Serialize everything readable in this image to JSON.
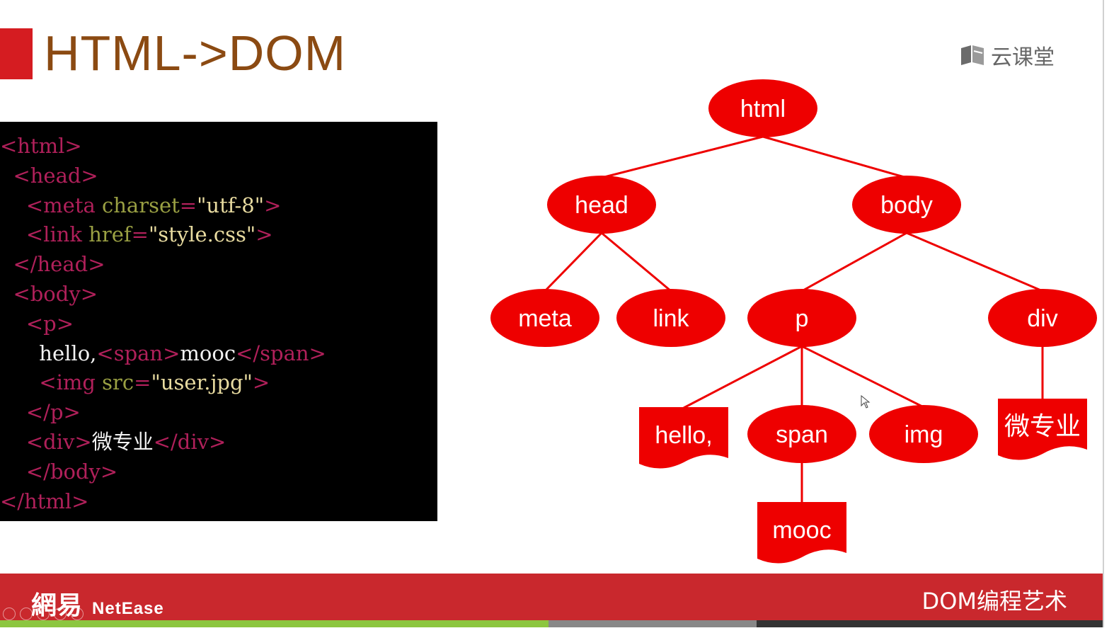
{
  "slide": {
    "title": "HTML->DOM",
    "logo_text": "云课堂",
    "logo_icon": "book-icon"
  },
  "code_lines": [
    [
      {
        "t": "tag",
        "v": "<html>"
      }
    ],
    [
      {
        "t": "txt",
        "v": "  "
      },
      {
        "t": "tag",
        "v": "<head>"
      }
    ],
    [
      {
        "t": "txt",
        "v": "    "
      },
      {
        "t": "tag",
        "v": "<meta"
      },
      {
        "t": "txt",
        "v": " "
      },
      {
        "t": "attr",
        "v": "charset"
      },
      {
        "t": "tag",
        "v": "="
      },
      {
        "t": "val",
        "v": "\"utf-8\""
      },
      {
        "t": "tag",
        "v": ">"
      }
    ],
    [
      {
        "t": "txt",
        "v": "    "
      },
      {
        "t": "tag",
        "v": "<link"
      },
      {
        "t": "txt",
        "v": " "
      },
      {
        "t": "attr",
        "v": "href"
      },
      {
        "t": "tag",
        "v": "="
      },
      {
        "t": "val",
        "v": "\"style.css\""
      },
      {
        "t": "tag",
        "v": ">"
      }
    ],
    [
      {
        "t": "txt",
        "v": "  "
      },
      {
        "t": "tag",
        "v": "</head>"
      }
    ],
    [
      {
        "t": "txt",
        "v": "  "
      },
      {
        "t": "tag",
        "v": "<body>"
      }
    ],
    [
      {
        "t": "txt",
        "v": "    "
      },
      {
        "t": "tag",
        "v": "<p>"
      }
    ],
    [
      {
        "t": "txt",
        "v": "      hello,"
      },
      {
        "t": "tag",
        "v": "<span>"
      },
      {
        "t": "txt",
        "v": "mooc"
      },
      {
        "t": "tag",
        "v": "</span>"
      }
    ],
    [
      {
        "t": "txt",
        "v": "      "
      },
      {
        "t": "tag",
        "v": "<img"
      },
      {
        "t": "txt",
        "v": " "
      },
      {
        "t": "attr",
        "v": "src"
      },
      {
        "t": "tag",
        "v": "="
      },
      {
        "t": "val",
        "v": "\"user.jpg\""
      },
      {
        "t": "tag",
        "v": ">"
      }
    ],
    [
      {
        "t": "txt",
        "v": "    "
      },
      {
        "t": "tag",
        "v": "</p>"
      }
    ],
    [
      {
        "t": "txt",
        "v": "    "
      },
      {
        "t": "tag",
        "v": "<div>"
      },
      {
        "t": "txt",
        "v": "微专业"
      },
      {
        "t": "tag",
        "v": "</div>"
      }
    ],
    [
      {
        "t": "txt",
        "v": "    "
      },
      {
        "t": "tag",
        "v": "</body>"
      }
    ],
    [
      {
        "t": "tag",
        "v": "</html>"
      }
    ]
  ],
  "code_colors": {
    "tag": "#b0205a",
    "attr": "#9aa043",
    "val": "#e8dba0",
    "txt": "#f2f2f2"
  },
  "tree": {
    "accent": "#ee0000",
    "nodes": [
      {
        "id": "html",
        "label": "html",
        "shape": "ellipse"
      },
      {
        "id": "head",
        "label": "head",
        "shape": "ellipse"
      },
      {
        "id": "body",
        "label": "body",
        "shape": "ellipse"
      },
      {
        "id": "meta",
        "label": "meta",
        "shape": "ellipse"
      },
      {
        "id": "link",
        "label": "link",
        "shape": "ellipse"
      },
      {
        "id": "p",
        "label": "p",
        "shape": "ellipse"
      },
      {
        "id": "div",
        "label": "div",
        "shape": "ellipse"
      },
      {
        "id": "hello",
        "label": "hello,",
        "shape": "document"
      },
      {
        "id": "span",
        "label": "span",
        "shape": "ellipse"
      },
      {
        "id": "img",
        "label": "img",
        "shape": "ellipse"
      },
      {
        "id": "divtext",
        "label": "微专业",
        "shape": "document"
      },
      {
        "id": "mooc",
        "label": "mooc",
        "shape": "document"
      }
    ],
    "edges": [
      [
        "html",
        "head"
      ],
      [
        "html",
        "body"
      ],
      [
        "head",
        "meta"
      ],
      [
        "head",
        "link"
      ],
      [
        "body",
        "p"
      ],
      [
        "body",
        "div"
      ],
      [
        "p",
        "hello"
      ],
      [
        "p",
        "span"
      ],
      [
        "p",
        "img"
      ],
      [
        "div",
        "divtext"
      ],
      [
        "span",
        "mooc"
      ]
    ]
  },
  "footer": {
    "brand_cn": "網易",
    "brand_en": "NetEase",
    "course_title": "DOM编程艺术"
  },
  "player": {
    "progress": 0.497,
    "buffered": 0.685
  }
}
